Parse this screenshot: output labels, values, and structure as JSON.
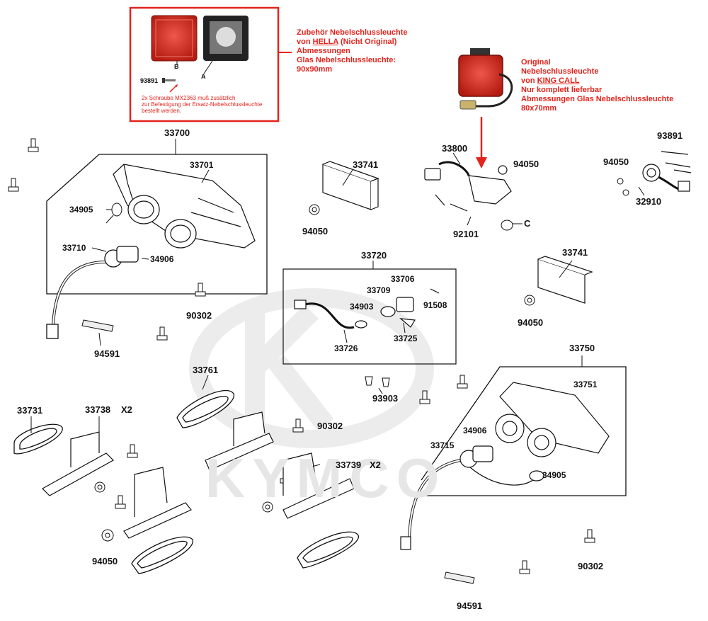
{
  "watermark": "KYMCO",
  "parts": {
    "p33700": "33700",
    "p33701": "33701",
    "p34905a": "34905",
    "p33710": "33710",
    "p34906a": "34906",
    "p94591a": "94591",
    "p90302a": "90302",
    "p33741a": "33741",
    "p94050a": "94050",
    "p33800": "33800",
    "p94050b": "94050",
    "p92101": "92101",
    "pC": "C",
    "p93891": "93891",
    "p94050c": "94050",
    "p32910": "32910",
    "p33720": "33720",
    "p33706": "33706",
    "p33709": "33709",
    "p34903": "34903",
    "p91508": "91508",
    "p33726": "33726",
    "p33725": "33725",
    "p33741b": "33741",
    "p94050d": "94050",
    "p33750": "33750",
    "p33751": "33751",
    "p34906b": "34906",
    "p33715": "33715",
    "p34905b": "34905",
    "p90302b": "90302",
    "p94591b": "94591",
    "p33761": "33761",
    "p33731": "33731",
    "p33738": "33738",
    "x2a": "X2",
    "p90302c": "90302",
    "p33739": "33739",
    "x2b": "X2",
    "p93903": "93903",
    "p94050e": "94050"
  },
  "inset": {
    "label_b": "B",
    "label_a": "A",
    "screw_no": "93891",
    "note": [
      "2x Schraube MX2363 muß zusätzlich",
      "zur Befestigung der Ersatz-Nebelschlussleuchte",
      "bestellt werden."
    ]
  },
  "hella_note": {
    "line1": "Zubehör Nebelschlussleuchte",
    "line2_pre": "von ",
    "line2_brand": "HELLA",
    "line2_post": " (Nicht Original)",
    "line3": "Abmessungen",
    "line4": "Glas Nebelschlussleuchte:",
    "line5": "90x90mm"
  },
  "kingcall_note": {
    "line1": "Original",
    "line2": "Nebelschlussleuchte",
    "line3_pre": "von ",
    "line3_brand": "KING CALL",
    "line4": "Nur komplett lieferbar",
    "line5": "Abmessungen Glas Nebelschlussleuchte",
    "line6": "80x70mm"
  },
  "colors": {
    "annotation_red": "#e3231b",
    "line": "#111111",
    "watermark": "#e6e6e6",
    "lamp_red": "#d42a1e"
  }
}
